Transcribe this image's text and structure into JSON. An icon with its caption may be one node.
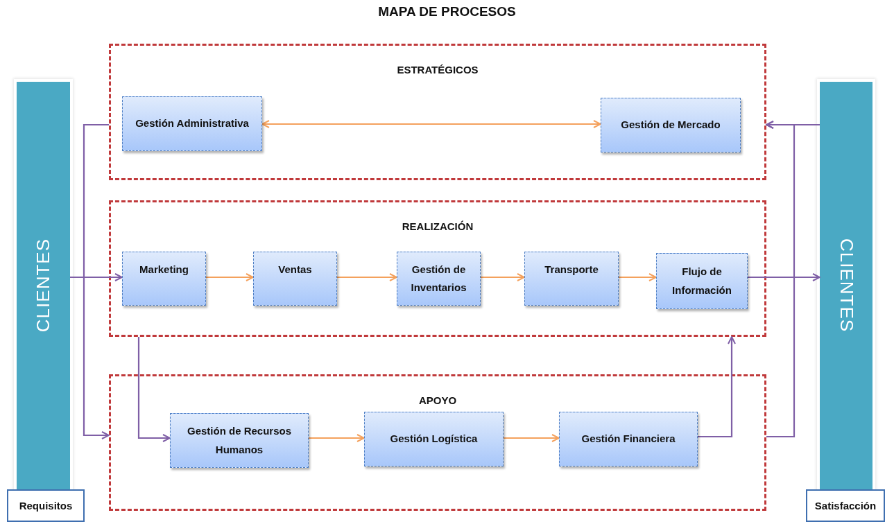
{
  "diagram": {
    "title": "MAPA DE PROCESOS",
    "nodes": [
      {
        "text": [
          "CLIENTES"
        ]
      },
      {
        "text": [
          "Requisitos"
        ]
      },
      {
        "text": [
          "ESTRATÉGICOS"
        ]
      },
      {
        "text": [
          "Gestión Administrativa"
        ],
        "in": 2
      },
      {
        "text": [
          "Gestión de Mercado"
        ],
        "in": 2
      },
      {
        "text": [
          "REALIZACIÓN"
        ]
      },
      {
        "text": [
          "Marketing"
        ],
        "in": 5
      },
      {
        "text": [
          "Ventas"
        ],
        "in": 5
      },
      {
        "text": [
          "Gestión de Inventarios"
        ],
        "in": 5
      },
      {
        "text": [
          "Transporte"
        ],
        "in": 5
      },
      {
        "text": [
          "Flujo de Información"
        ],
        "in": 5
      },
      {
        "text": [
          "APOYO"
        ]
      },
      {
        "text": [
          "Gestión de Recursos Humanos"
        ],
        "in": 11
      },
      {
        "text": [
          "Gestión Logística"
        ],
        "in": 11
      },
      {
        "text": [
          "Gestión Financiera"
        ],
        "in": 11
      },
      {
        "text": [
          "CLIENTES"
        ]
      },
      {
        "text": [
          "Satisfacción"
        ]
      }
    ],
    "edges": [
      {
        "from": 2,
        "to": 11,
        "arrow": "to",
        "color": "#7f5fa6"
      },
      {
        "from": 0,
        "to": 6,
        "arrow": "to",
        "color": "#7f5fa6"
      },
      {
        "from": 3,
        "to": 4,
        "arrow": "both",
        "color": "#f4a15d"
      },
      {
        "from": 6,
        "to": 7,
        "arrow": "to",
        "color": "#f4a15d"
      },
      {
        "from": 7,
        "to": 8,
        "arrow": "to",
        "color": "#f4a15d"
      },
      {
        "from": 8,
        "to": 9,
        "arrow": "to",
        "color": "#f4a15d"
      },
      {
        "from": 9,
        "to": 10,
        "arrow": "to",
        "color": "#f4a15d"
      },
      {
        "from": 10,
        "to": 15,
        "arrow": "to",
        "color": "#7f5fa6"
      },
      {
        "from": 5,
        "to": 12,
        "arrow": "to",
        "color": "#7f5fa6"
      },
      {
        "from": 12,
        "to": 13,
        "arrow": "to",
        "color": "#f4a15d"
      },
      {
        "from": 13,
        "to": 14,
        "arrow": "to",
        "color": "#f4a15d"
      },
      {
        "from": 14,
        "to": 5,
        "arrow": "to",
        "color": "#7f5fa6"
      },
      {
        "from": 11,
        "to": 2,
        "arrow": "to",
        "color": "#7f5fa6"
      },
      {
        "from": 15,
        "to": 2,
        "arrow": "to",
        "color": "#7f5fa6"
      }
    ]
  }
}
